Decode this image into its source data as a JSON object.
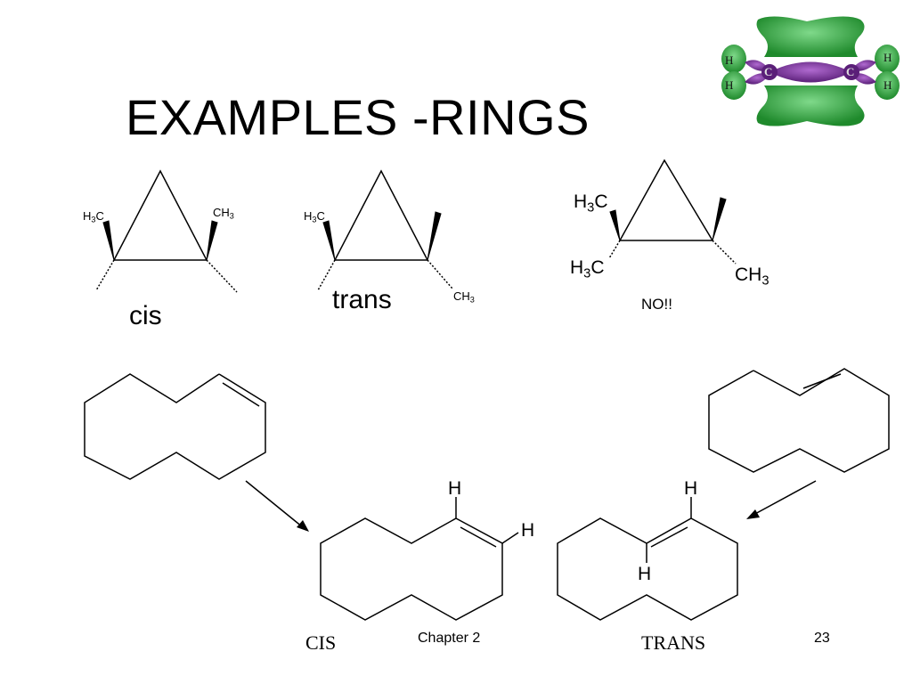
{
  "slide": {
    "title": "EXAMPLES -RINGS",
    "footer_chapter": "Chapter 2",
    "page_number": "23"
  },
  "cyclopropanes": {
    "cis": {
      "left_group": {
        "main": "H",
        "sub": "3",
        "rest": "C"
      },
      "right_group": {
        "main": "CH",
        "sub": "3"
      },
      "caption": "cis"
    },
    "trans": {
      "left_group": {
        "main": "H",
        "sub": "3",
        "rest": "C"
      },
      "bottom_group": {
        "main": "CH",
        "sub": "3"
      },
      "caption": "trans"
    },
    "no": {
      "top_group": {
        "main": "H",
        "sub": "3",
        "rest": "C"
      },
      "bottom_left_group": {
        "main": "H",
        "sub": "3",
        "rest": "C"
      },
      "bottom_right_group": {
        "main": "CH",
        "sub": "3"
      },
      "caption": "NO!!"
    }
  },
  "cycloalkenes": {
    "cis_product": {
      "h_top": "H",
      "h_right": "H",
      "caption": "CIS"
    },
    "trans_product": {
      "h_top": "H",
      "h_bottom": "H",
      "caption": "TRANS"
    }
  },
  "orbital_graphic": {
    "atom_labels": [
      "H",
      "H",
      "C",
      "C",
      "H",
      "H"
    ],
    "colors": {
      "pi_lobes": "#2e9e3a",
      "sigma_bond": "#7a2f9a",
      "hydrogen": "#2e9e3a"
    }
  }
}
